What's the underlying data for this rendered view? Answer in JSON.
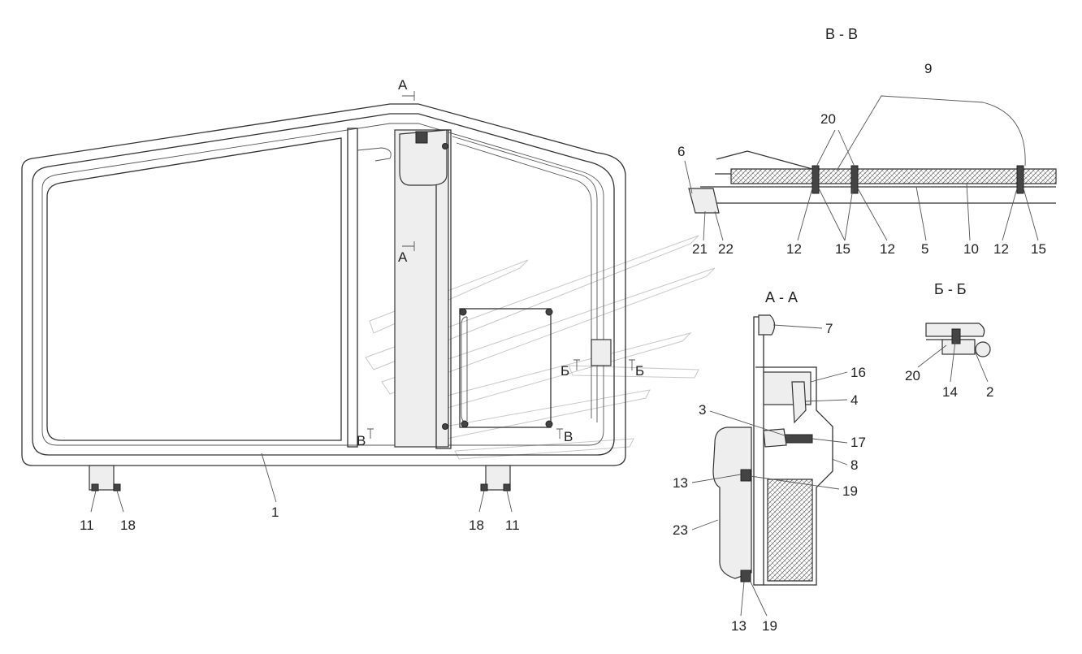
{
  "section_titles": {
    "vv": "В - В",
    "aa": "А - А",
    "bb": "Б - Б"
  },
  "cut_marks": {
    "a_top": "А",
    "a_mid": "А",
    "b_left": "Б",
    "b_right": "Б",
    "v_left": "В",
    "v_right": "В"
  },
  "main_view_callouts": [
    "1",
    "11",
    "18",
    "18",
    "11"
  ],
  "section_vv_callouts": [
    "9",
    "20",
    "6",
    "21",
    "22",
    "12",
    "15",
    "12",
    "5",
    "10",
    "12",
    "15"
  ],
  "section_aa_callouts": [
    "7",
    "16",
    "4",
    "3",
    "17",
    "8",
    "13",
    "19",
    "23",
    "13",
    "19"
  ],
  "section_bb_callouts": [
    "20",
    "14",
    "2"
  ]
}
